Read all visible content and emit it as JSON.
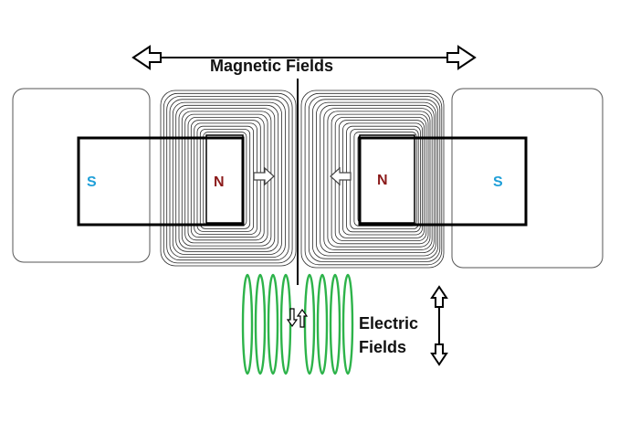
{
  "labels": {
    "magnetic_fields": "Magnetic Fields",
    "electric_line1": "Electric",
    "electric_line2": "Fields",
    "pole_s_left": "S",
    "pole_n_left": "N",
    "pole_n_right": "N",
    "pole_s_right": "S"
  },
  "colors": {
    "south_pole": "#1f9fd8",
    "north_pole": "#8b1a1a",
    "field_lines": "#2a2a2a",
    "electric_loops": "#2db34a",
    "outline": "#000000"
  }
}
